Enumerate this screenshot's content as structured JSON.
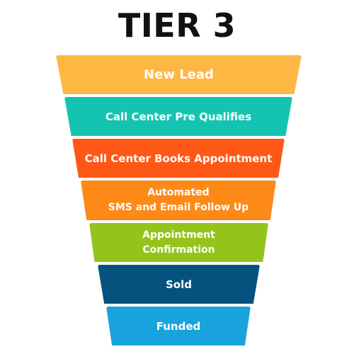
{
  "title": "TIER 3",
  "stages": [
    {
      "lines": [
        "New Lead"
      ],
      "color": "#FDB844"
    },
    {
      "lines": [
        "Call Center Pre Qualifies"
      ],
      "color": "#14C4B0"
    },
    {
      "lines": [
        "Call Center Books Appointment"
      ],
      "color": "#FE5816"
    },
    {
      "lines": [
        "Automated",
        "SMS and Email Follow Up"
      ],
      "color": "#FD8A17"
    },
    {
      "lines": [
        "Appointment",
        "Confirmation"
      ],
      "color": "#94C41C"
    },
    {
      "lines": [
        "Sold"
      ],
      "color": "#06527E"
    },
    {
      "lines": [
        "Funded"
      ],
      "color": "#18A3DD"
    }
  ]
}
